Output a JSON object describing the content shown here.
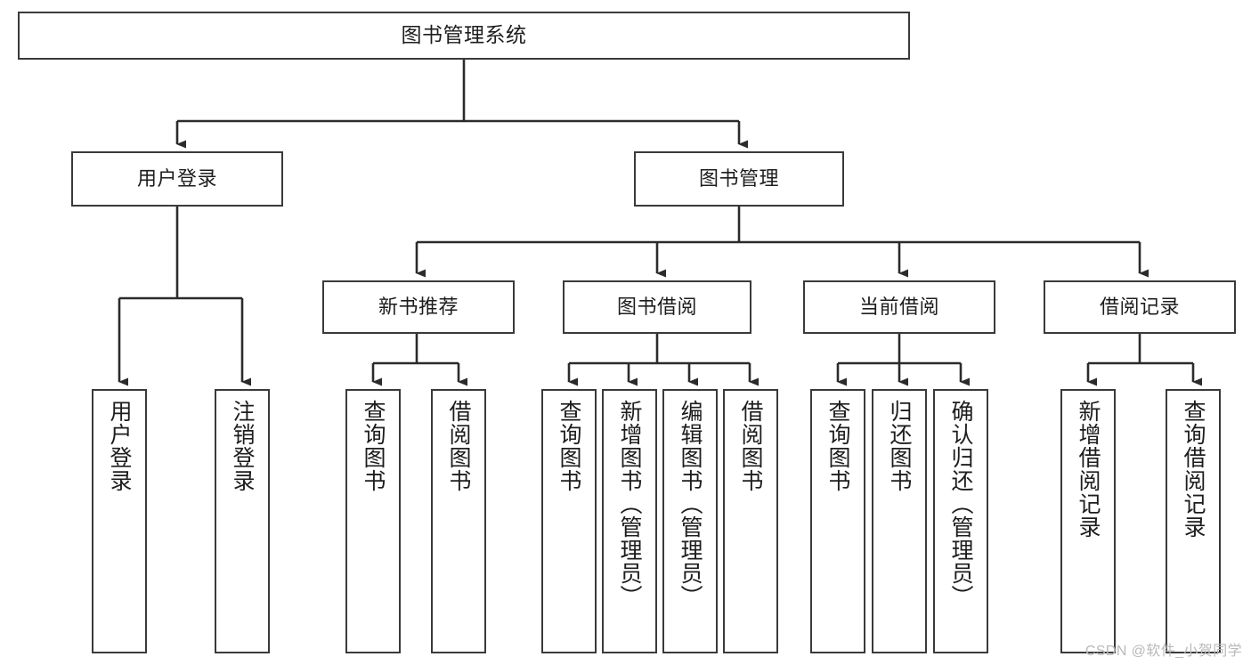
{
  "diagram": {
    "title": "图书管理系统",
    "type": "tree-hierarchy-diagram",
    "colors": {
      "box_border": "#3a3a3a",
      "connector": "#2b2b2b",
      "background": "#ffffff",
      "text": "#1d1d1d",
      "watermark": "#b9b9b9"
    },
    "root": {
      "label": "图书管理系统"
    },
    "level2": [
      {
        "label": "用户登录"
      },
      {
        "label": "图书管理"
      }
    ],
    "level3": [
      {
        "label": "新书推荐"
      },
      {
        "label": "图书借阅"
      },
      {
        "label": "当前借阅"
      },
      {
        "label": "借阅记录"
      }
    ],
    "leaves": {
      "user_login": [
        {
          "label": "用户登录"
        },
        {
          "label": "注销登录"
        }
      ],
      "new_book_recommend": [
        {
          "label": "查询图书"
        },
        {
          "label": "借阅图书"
        }
      ],
      "book_borrow": [
        {
          "label": "查询图书"
        },
        {
          "label": "新增图书（管理员）"
        },
        {
          "label": "编辑图书（管理员）"
        },
        {
          "label": "借阅图书"
        }
      ],
      "current_borrow": [
        {
          "label": "查询图书"
        },
        {
          "label": "归还图书"
        },
        {
          "label": "确认归还（管理员）"
        }
      ],
      "borrow_records": [
        {
          "label": "新增借阅记录"
        },
        {
          "label": "查询借阅记录"
        }
      ]
    }
  },
  "watermark": {
    "text": "CSDN @软件_小贺同学"
  }
}
